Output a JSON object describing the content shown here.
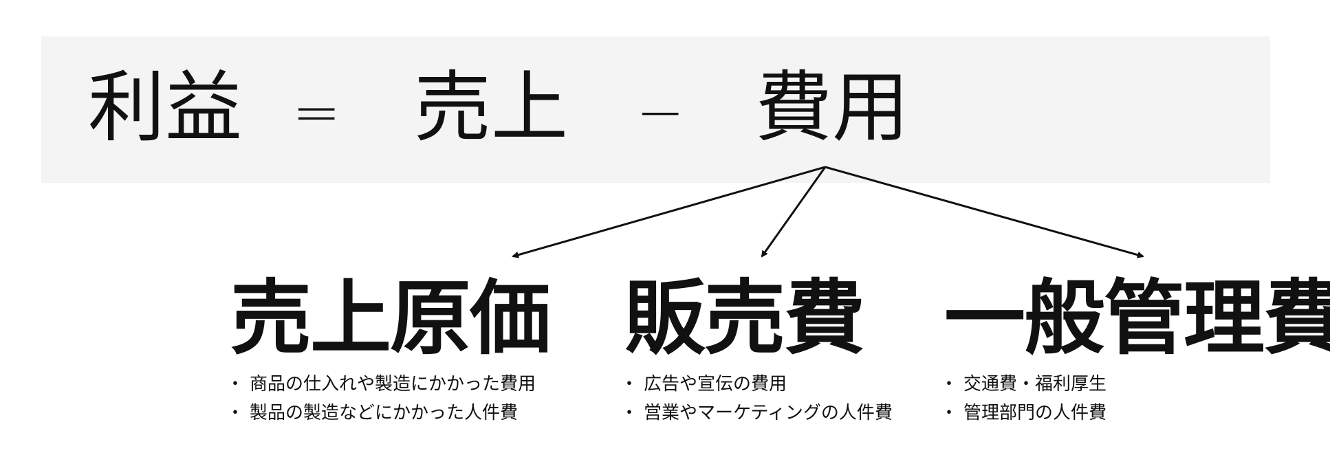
{
  "equation": {
    "profit": "利益",
    "equals": "=",
    "sales": "売上",
    "minus": "−",
    "cost": "費用"
  },
  "categories": [
    {
      "title": "売上原価",
      "items": [
        "商品の仕入れや製造にかかった費用",
        "製品の製造などにかかった人件費"
      ]
    },
    {
      "title": "販売費",
      "items": [
        "広告や宣伝の費用",
        "営業やマーケティングの人件費"
      ]
    },
    {
      "title": "一般管理費",
      "items": [
        "交通費・福利厚生",
        "管理部門の人件費"
      ]
    }
  ],
  "colors": {
    "box_background": "#f4f4f4",
    "text": "#111111",
    "arrow": "#111111"
  }
}
